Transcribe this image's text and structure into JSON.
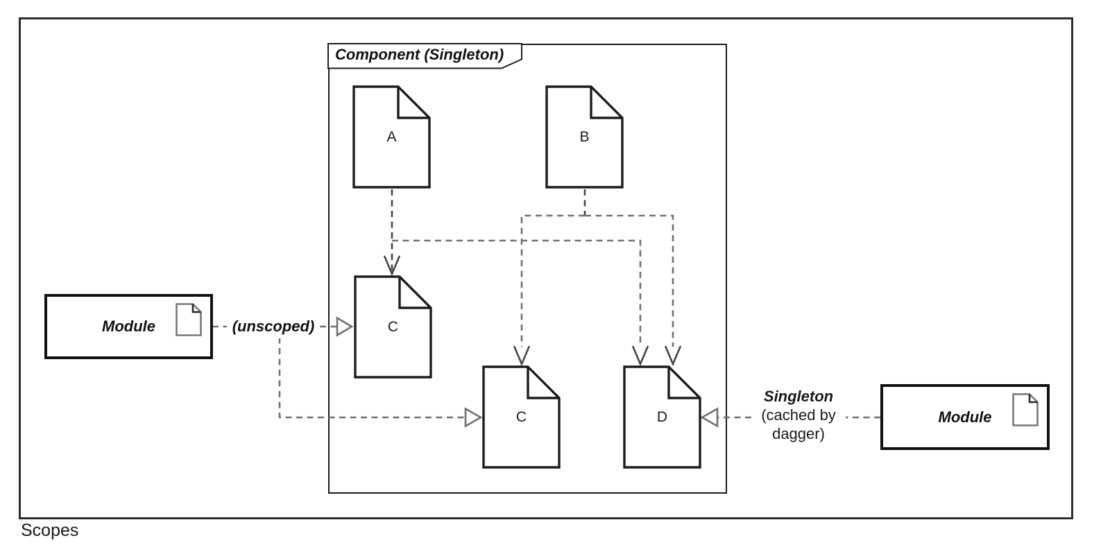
{
  "frame": {
    "label": "Scopes"
  },
  "component": {
    "title": "Component (Singleton)"
  },
  "files": {
    "a": "A",
    "b": "B",
    "c_upper": "C",
    "c_lower": "C",
    "d": "D"
  },
  "modules": {
    "left": "Module",
    "right": "Module"
  },
  "edges": {
    "unscoped_label": "(unscoped)",
    "singleton_label_title": "Singleton",
    "singleton_label_line2": "(cached by",
    "singleton_label_line3": "dagger)"
  },
  "colors": {
    "shape_stroke": "#1c1c1c",
    "frame_stroke": "#2d2d2d",
    "module_stroke": "#111111",
    "connector": "#707070",
    "connector_dark": "#454545",
    "doc_icon_stroke": "#777777",
    "background": "#ffffff"
  }
}
